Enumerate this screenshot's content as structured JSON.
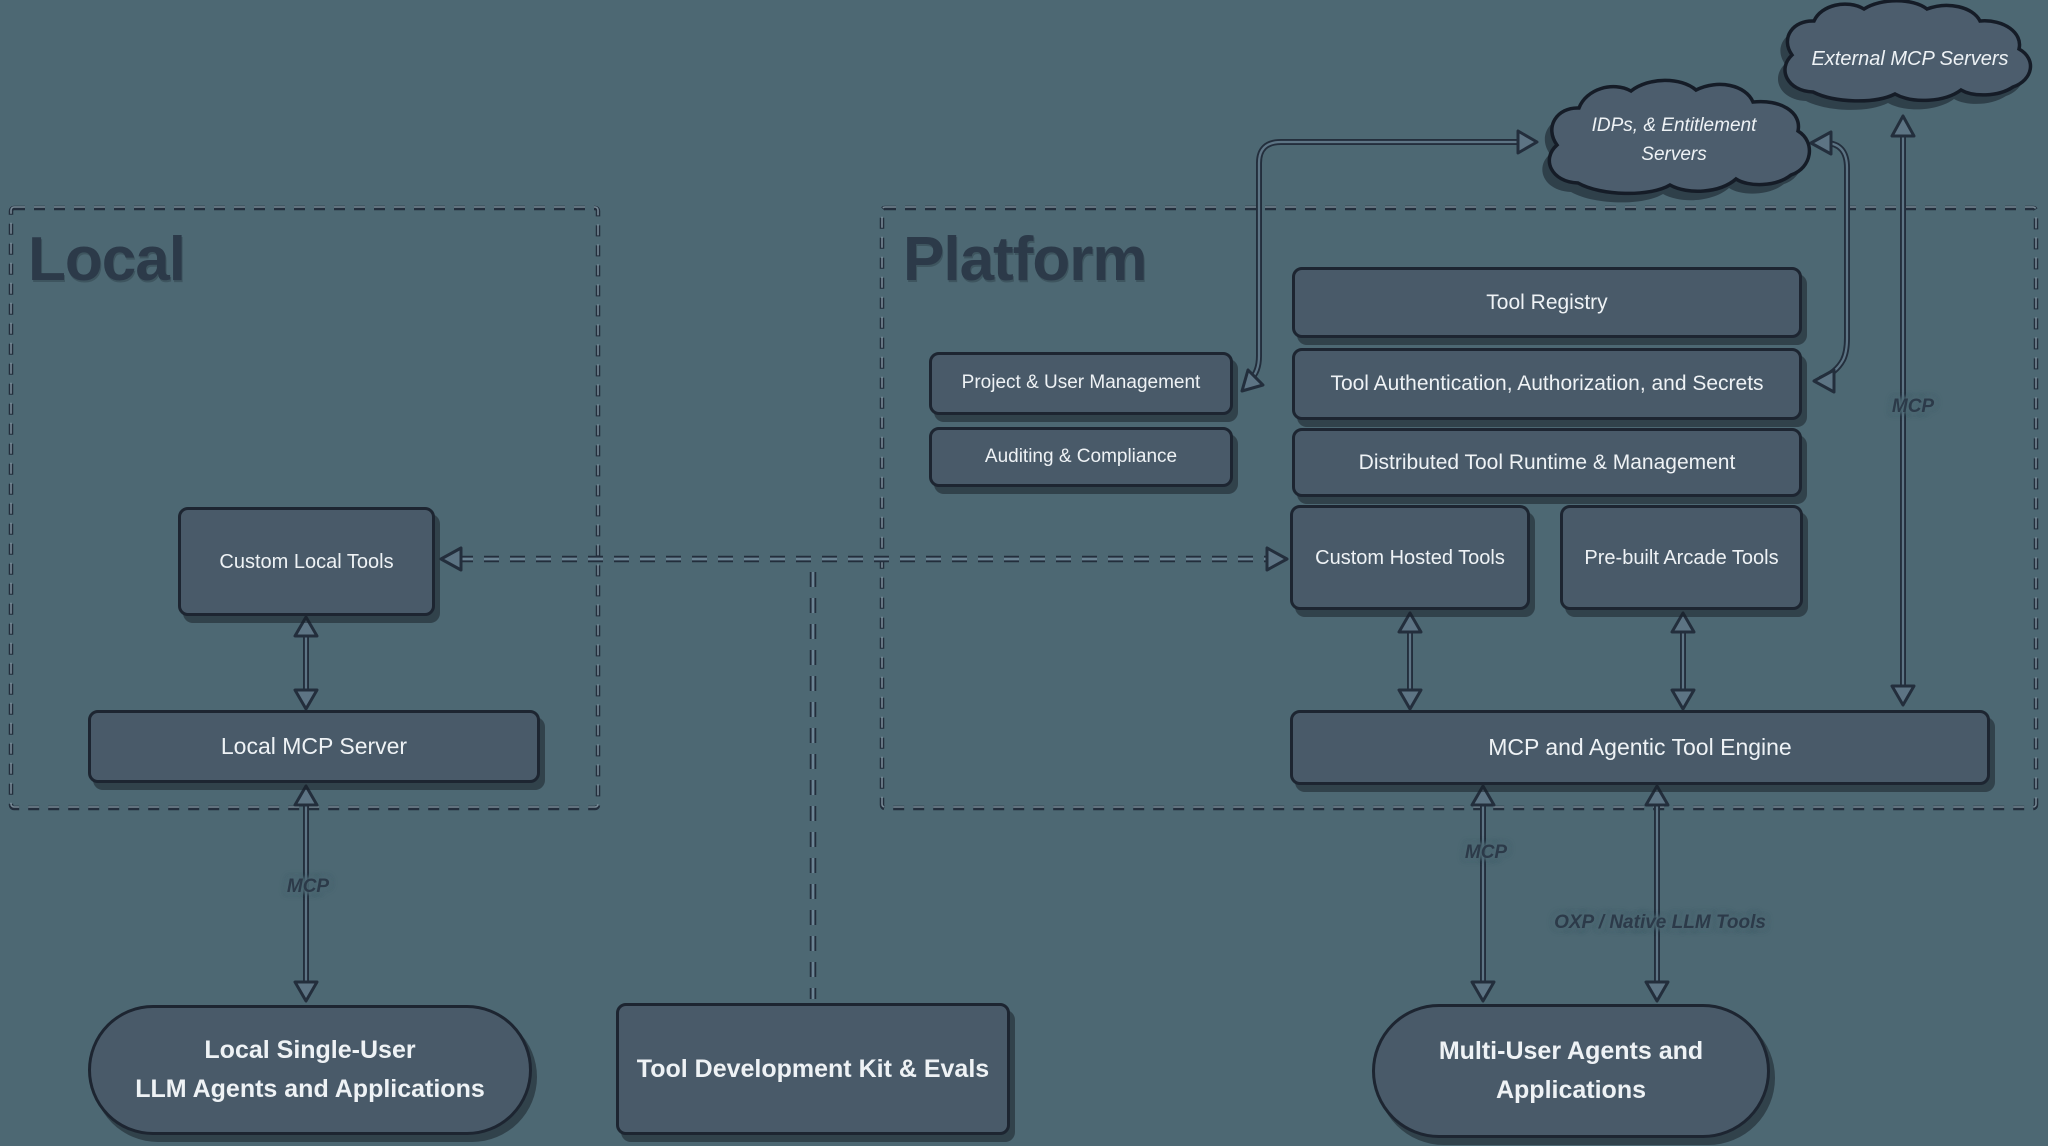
{
  "palette": {
    "background": "#4d6873",
    "node_fill": "#495a69",
    "node_border": "#1d2531",
    "text_light": "#eef2f5",
    "text_dark": "#2c3a49",
    "edge_dark": "#232e3c",
    "edge_light": "#5d7484"
  },
  "groups": {
    "local": {
      "title": "Local"
    },
    "platform": {
      "title": "Platform"
    }
  },
  "clouds": {
    "external": {
      "label": "External MCP Servers"
    },
    "idp": {
      "line1": "IDPs, & Entitlement",
      "line2": "Servers"
    }
  },
  "nodes": {
    "custom_local_tools": {
      "label": "Custom Local Tools"
    },
    "local_mcp_server": {
      "label": "Local MCP Server"
    },
    "tool_registry": {
      "label": "Tool Registry"
    },
    "tool_auth": {
      "label": "Tool Authentication, Authorization, and Secrets"
    },
    "distributed_runtime": {
      "label": "Distributed Tool Runtime & Management"
    },
    "project_user_mgmt": {
      "label": "Project & User Management"
    },
    "auditing_compliance": {
      "label": "Auditing & Compliance"
    },
    "custom_hosted_tools": {
      "label": "Custom Hosted Tools"
    },
    "prebuilt_arcade_tools": {
      "label": "Pre-built Arcade Tools"
    },
    "mcp_engine": {
      "label": "MCP and Agentic Tool Engine"
    },
    "tdk": {
      "label": "Tool Development Kit & Evals"
    },
    "local_agents": {
      "line1": "Local Single-User",
      "line2": "LLM Agents and Applications"
    },
    "multi_user_agents": {
      "line1": "Multi-User Agents and",
      "line2": "Applications"
    }
  },
  "edge_labels": {
    "local_mcp": "MCP",
    "engine_mcp": "MCP",
    "external_mcp": "MCP",
    "oxp": "OXP / Native LLM Tools"
  }
}
